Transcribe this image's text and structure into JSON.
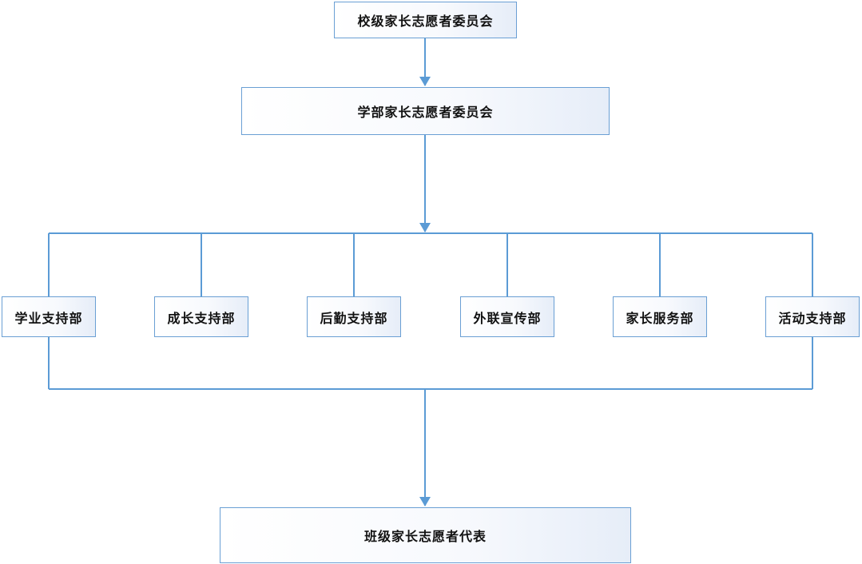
{
  "diagram": {
    "top": {
      "label": "校级家长志愿者委员会"
    },
    "middle": {
      "label": "学部家长志愿者委员会"
    },
    "departments": [
      {
        "label": "学业支持部"
      },
      {
        "label": "成长支持部"
      },
      {
        "label": "后勤支持部"
      },
      {
        "label": "外联宣传部"
      },
      {
        "label": "家长服务部"
      },
      {
        "label": "活动支持部"
      }
    ],
    "bottom": {
      "label": "班级家长志愿者代表"
    },
    "colors": {
      "line": "#5b9bd5",
      "box_border": "#6a9fd4"
    }
  }
}
